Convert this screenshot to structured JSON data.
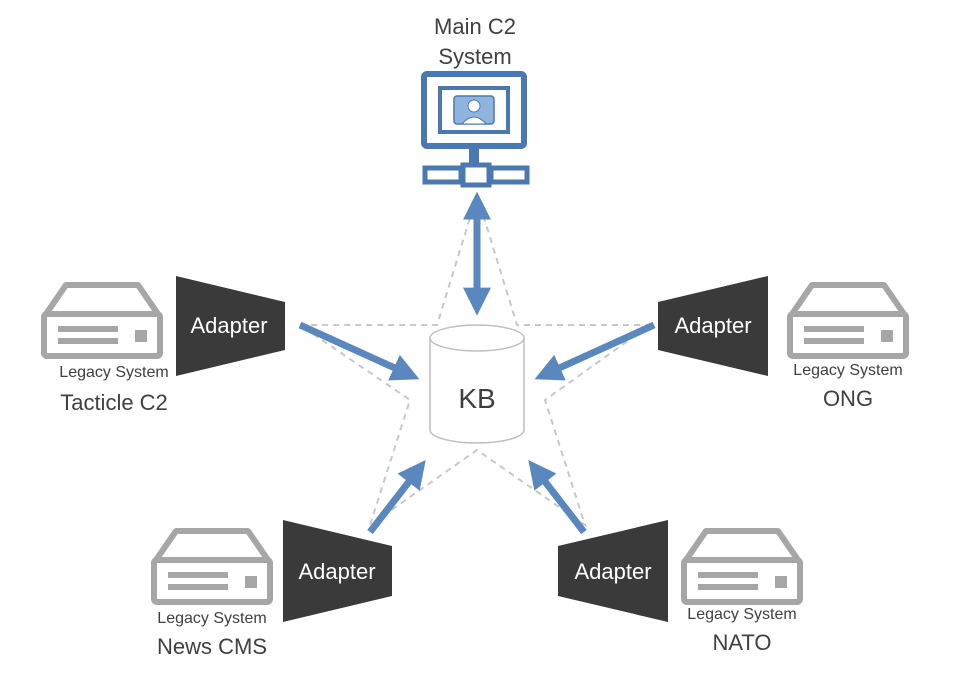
{
  "main": {
    "title_line1": "Main C2",
    "title_line2": "System"
  },
  "kb": {
    "label": "KB"
  },
  "adapters": {
    "tacticle": "Adapter",
    "ong": "Adapter",
    "news": "Adapter",
    "nato": "Adapter"
  },
  "legacy": {
    "tacticle": {
      "caption": "Legacy System",
      "name": "Tacticle C2"
    },
    "ong": {
      "caption": "Legacy System",
      "name": "ONG"
    },
    "news": {
      "caption": "Legacy System",
      "name": "News CMS"
    },
    "nato": {
      "caption": "Legacy System",
      "name": "NATO"
    }
  },
  "colors": {
    "arrow": "#5a87bd",
    "adapter": "#3a3a3a",
    "server": "#a6a6a6",
    "star_lines": "#c8c8c8",
    "monitor": "#4a79b2"
  }
}
